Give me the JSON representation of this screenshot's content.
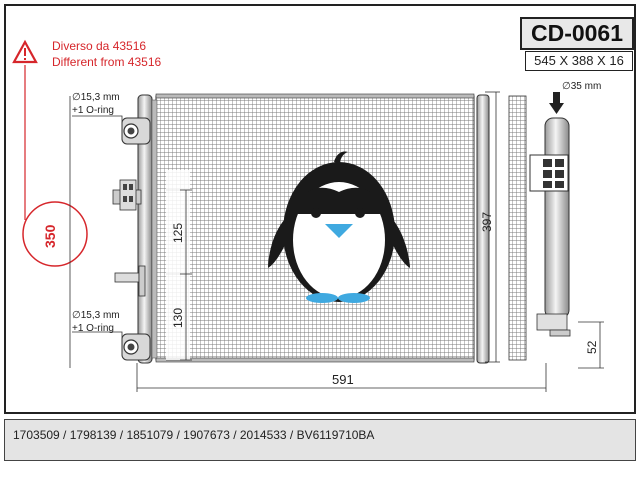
{
  "product": {
    "code": "CD-0061",
    "dimensions": "545 X 388 X 16"
  },
  "warning": {
    "line_it": "Diverso da 43516",
    "line_en": "Different from 43516",
    "value": "350",
    "icon": "warning-triangle-icon",
    "color": "#d6262b"
  },
  "callouts": {
    "top_port": {
      "diameter": "∅15,3 mm",
      "oring": "+1 O-ring"
    },
    "bottom_port": {
      "diameter": "∅15,3 mm",
      "oring": "+1 O-ring"
    },
    "dryer": {
      "diameter": "∅35 mm"
    }
  },
  "measurements": {
    "width": "591",
    "height": "397",
    "upper_offset": "125",
    "lower_offset": "130",
    "dryer_bottom": "52"
  },
  "references": "1703509 / 1798139 / 1851079 / 1907673 / 2014533 / BV6119710BA"
}
